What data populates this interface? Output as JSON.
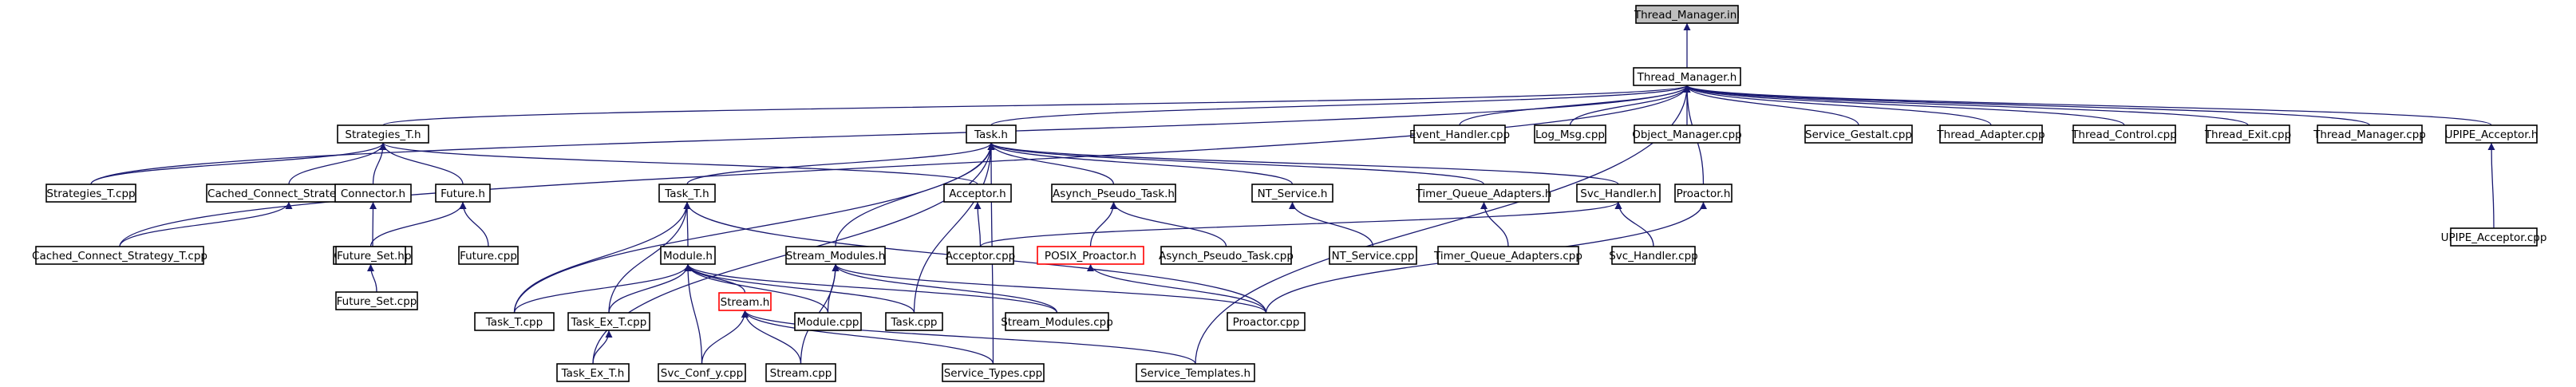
{
  "diagram": {
    "colors": {
      "edge": "#191970",
      "node_border": "#000000",
      "red_border": "#ff0000",
      "root_fill": "#bfbfbf",
      "background": "#ffffff"
    },
    "nodes": [
      {
        "id": "n0",
        "label": "Thread_Manager.inl",
        "style": "root"
      },
      {
        "id": "n1",
        "label": "Thread_Manager.h"
      },
      {
        "id": "n2",
        "label": "Strategies_T.h"
      },
      {
        "id": "n3",
        "label": "Task.h"
      },
      {
        "id": "n4",
        "label": "Event_Handler.cpp"
      },
      {
        "id": "n5",
        "label": "Log_Msg.cpp"
      },
      {
        "id": "n6",
        "label": "Object_Manager.cpp"
      },
      {
        "id": "n7",
        "label": "Service_Gestalt.cpp"
      },
      {
        "id": "n8",
        "label": "Thread_Adapter.cpp"
      },
      {
        "id": "n9",
        "label": "Thread_Control.cpp"
      },
      {
        "id": "n10",
        "label": "Thread_Exit.cpp"
      },
      {
        "id": "n11",
        "label": "Thread_Manager.cpp"
      },
      {
        "id": "n12",
        "label": "UPIPE_Acceptor.h"
      },
      {
        "id": "n13",
        "label": "Strategies_T.cpp"
      },
      {
        "id": "n14",
        "label": "Cached_Connect_Strategy_T.h"
      },
      {
        "id": "n15",
        "label": "Connector.h"
      },
      {
        "id": "n16",
        "label": "Future.h"
      },
      {
        "id": "n17",
        "label": "Task_T.h"
      },
      {
        "id": "n18",
        "label": "Acceptor.h"
      },
      {
        "id": "n19",
        "label": "Asynch_Pseudo_Task.h"
      },
      {
        "id": "n20",
        "label": "NT_Service.h"
      },
      {
        "id": "n21",
        "label": "Timer_Queue_Adapters.h"
      },
      {
        "id": "n22",
        "label": "Svc_Handler.h"
      },
      {
        "id": "n23",
        "label": "Proactor.h"
      },
      {
        "id": "n24",
        "label": "UPIPE_Acceptor.cpp"
      },
      {
        "id": "n25",
        "label": "Cached_Connect_Strategy_T.cpp"
      },
      {
        "id": "n26",
        "label": "Connector.cpp"
      },
      {
        "id": "n27",
        "label": "Future_Set.h"
      },
      {
        "id": "n28",
        "label": "Future.cpp"
      },
      {
        "id": "n29",
        "label": "Module.h"
      },
      {
        "id": "n30",
        "label": "Stream_Modules.h"
      },
      {
        "id": "n31",
        "label": "Acceptor.cpp"
      },
      {
        "id": "n32",
        "label": "POSIX_Proactor.h",
        "style": "red"
      },
      {
        "id": "n33",
        "label": "Asynch_Pseudo_Task.cpp"
      },
      {
        "id": "n34",
        "label": "NT_Service.cpp"
      },
      {
        "id": "n35",
        "label": "Timer_Queue_Adapters.cpp"
      },
      {
        "id": "n36",
        "label": "Svc_Handler.cpp"
      },
      {
        "id": "n37",
        "label": "Future_Set.cpp"
      },
      {
        "id": "n38",
        "label": "Task_T.cpp"
      },
      {
        "id": "n39",
        "label": "Task_Ex_T.cpp"
      },
      {
        "id": "n40",
        "label": "Module.cpp"
      },
      {
        "id": "n41",
        "label": "Task.cpp"
      },
      {
        "id": "n42",
        "label": "Stream_Modules.cpp"
      },
      {
        "id": "n43",
        "label": "Proactor.cpp"
      },
      {
        "id": "n44",
        "label": "Stream.h",
        "style": "red"
      },
      {
        "id": "n45",
        "label": "Task_Ex_T.h"
      },
      {
        "id": "n46",
        "label": "Svc_Conf_y.cpp"
      },
      {
        "id": "n47",
        "label": "Stream.cpp"
      },
      {
        "id": "n48",
        "label": "Service_Types.cpp"
      },
      {
        "id": "n49",
        "label": "Service_Templates.h"
      }
    ],
    "edges": [
      [
        "n1",
        "n0"
      ],
      [
        "n2",
        "n1"
      ],
      [
        "n3",
        "n1"
      ],
      [
        "n4",
        "n1"
      ],
      [
        "n5",
        "n1"
      ],
      [
        "n6",
        "n1"
      ],
      [
        "n7",
        "n1"
      ],
      [
        "n8",
        "n1"
      ],
      [
        "n9",
        "n1"
      ],
      [
        "n10",
        "n1"
      ],
      [
        "n11",
        "n1"
      ],
      [
        "n12",
        "n1"
      ],
      [
        "n13",
        "n1"
      ],
      [
        "n25",
        "n1"
      ],
      [
        "n23",
        "n1"
      ],
      [
        "n49",
        "n1"
      ],
      [
        "n13",
        "n2"
      ],
      [
        "n14",
        "n2"
      ],
      [
        "n15",
        "n2"
      ],
      [
        "n16",
        "n2"
      ],
      [
        "n18",
        "n2"
      ],
      [
        "n17",
        "n3"
      ],
      [
        "n19",
        "n3"
      ],
      [
        "n20",
        "n3"
      ],
      [
        "n21",
        "n3"
      ],
      [
        "n22",
        "n3"
      ],
      [
        "n30",
        "n3"
      ],
      [
        "n41",
        "n3"
      ],
      [
        "n38",
        "n3"
      ],
      [
        "n45",
        "n3"
      ],
      [
        "n48",
        "n3"
      ],
      [
        "n24",
        "n12"
      ],
      [
        "n25",
        "n14"
      ],
      [
        "n26",
        "n15"
      ],
      [
        "n27",
        "n16"
      ],
      [
        "n28",
        "n16"
      ],
      [
        "n29",
        "n17"
      ],
      [
        "n38",
        "n17"
      ],
      [
        "n39",
        "n17"
      ],
      [
        "n43",
        "n17"
      ],
      [
        "n31",
        "n18"
      ],
      [
        "n32",
        "n19"
      ],
      [
        "n33",
        "n19"
      ],
      [
        "n34",
        "n20"
      ],
      [
        "n35",
        "n21"
      ],
      [
        "n36",
        "n22"
      ],
      [
        "n31",
        "n22"
      ],
      [
        "n43",
        "n23"
      ],
      [
        "n37",
        "n27"
      ],
      [
        "n38",
        "n29"
      ],
      [
        "n39",
        "n29"
      ],
      [
        "n40",
        "n29"
      ],
      [
        "n41",
        "n29"
      ],
      [
        "n44",
        "n29"
      ],
      [
        "n46",
        "n29"
      ],
      [
        "n42",
        "n29"
      ],
      [
        "n40",
        "n30"
      ],
      [
        "n42",
        "n30"
      ],
      [
        "n43",
        "n30"
      ],
      [
        "n47",
        "n30"
      ],
      [
        "n43",
        "n32"
      ],
      [
        "n45",
        "n39"
      ],
      [
        "n46",
        "n44"
      ],
      [
        "n47",
        "n44"
      ],
      [
        "n48",
        "n44"
      ],
      [
        "n49",
        "n44"
      ]
    ]
  }
}
